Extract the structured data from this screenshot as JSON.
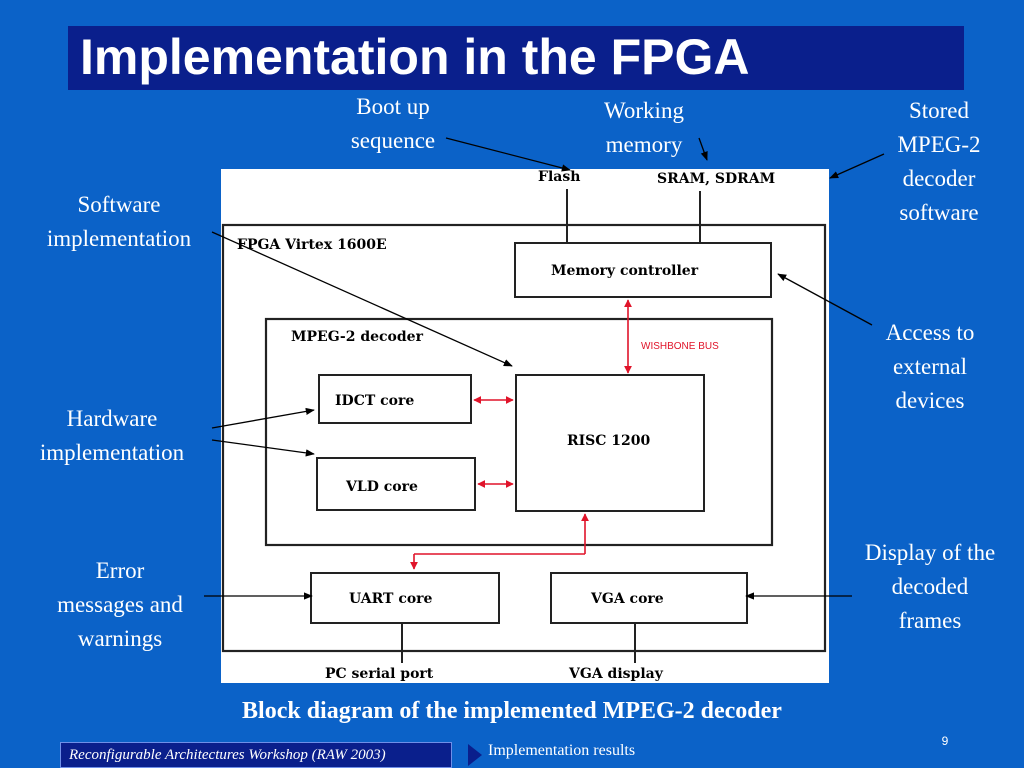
{
  "slide": {
    "title": "Implementation in the FPGA",
    "caption": "Block diagram of the implemented MPEG-2 decoder",
    "footer_left": "Reconfigurable Architectures Workshop (RAW 2003)",
    "footer_section": "Implementation results",
    "page_number": "9"
  },
  "callouts": {
    "boot_up": [
      "Boot up",
      "sequence"
    ],
    "working_memory": [
      "Working",
      "memory"
    ],
    "stored_software": [
      "Stored",
      "MPEG-2",
      "decoder",
      "software"
    ],
    "software_impl": [
      "Software",
      "implementation"
    ],
    "access_external": [
      "Access to",
      "external",
      "devices"
    ],
    "hardware_impl": [
      "Hardware",
      "implementation"
    ],
    "error_messages": [
      "Error",
      "messages and",
      "warnings"
    ],
    "display_frames": [
      "Display of the",
      "decoded",
      "frames"
    ]
  },
  "diagram": {
    "flash": "Flash",
    "sram_sdram": "SRAM, SDRAM",
    "fpga": "FPGA Virtex 1600E",
    "memory_controller": "Memory controller",
    "mpeg2_decoder": "MPEG-2 decoder",
    "wishbone_bus": "WISHBONE BUS",
    "idct_core": "IDCT core",
    "risc": "RISC 1200",
    "vld_core": "VLD core",
    "uart_core": "UART core",
    "vga_core": "VGA core",
    "pc_serial_port": "PC serial port",
    "vga_display": "VGA display"
  },
  "colors": {
    "background": "#0b62c8",
    "title_bar": "#0a1f8c",
    "bus": "#e0142a"
  }
}
